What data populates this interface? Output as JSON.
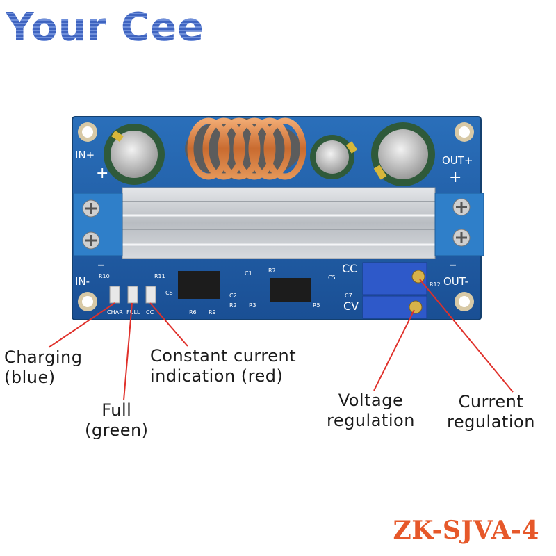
{
  "brand": {
    "logo_text": "Your Cee"
  },
  "board_silkscreen": {
    "in_plus": "IN+",
    "in_minus": "IN-",
    "out_plus": "OUT+",
    "out_minus": "OUT-",
    "plus_sign": "+",
    "minus_sign": "–",
    "cc": "CC",
    "cv": "CV",
    "led_labels": [
      "CHAR",
      "FULL",
      "CC"
    ],
    "refs": [
      "R10",
      "R11",
      "C8",
      "R7",
      "C1",
      "C2",
      "R2",
      "R3",
      "C5",
      "C7",
      "R5",
      "R6",
      "R9",
      "R12"
    ]
  },
  "callouts": {
    "charging": {
      "line1": "Charging",
      "line2": "(blue)"
    },
    "full": {
      "line1": "Full",
      "line2": "(green)"
    },
    "constant_current": {
      "line1": "Constant current",
      "line2": "indication (red)"
    },
    "voltage": {
      "line1": "Voltage",
      "line2": "regulation"
    },
    "current": {
      "line1": "Current",
      "line2": "regulation"
    }
  },
  "model": "ZK-SJVA-4",
  "colors": {
    "pcb": "#1f5fa8",
    "heatsink": "#c9ccd0",
    "terminal": "#2f7fc9",
    "callout_line": "#e0302a",
    "model_text": "#e6582a",
    "logo": "#3a5fb8"
  }
}
